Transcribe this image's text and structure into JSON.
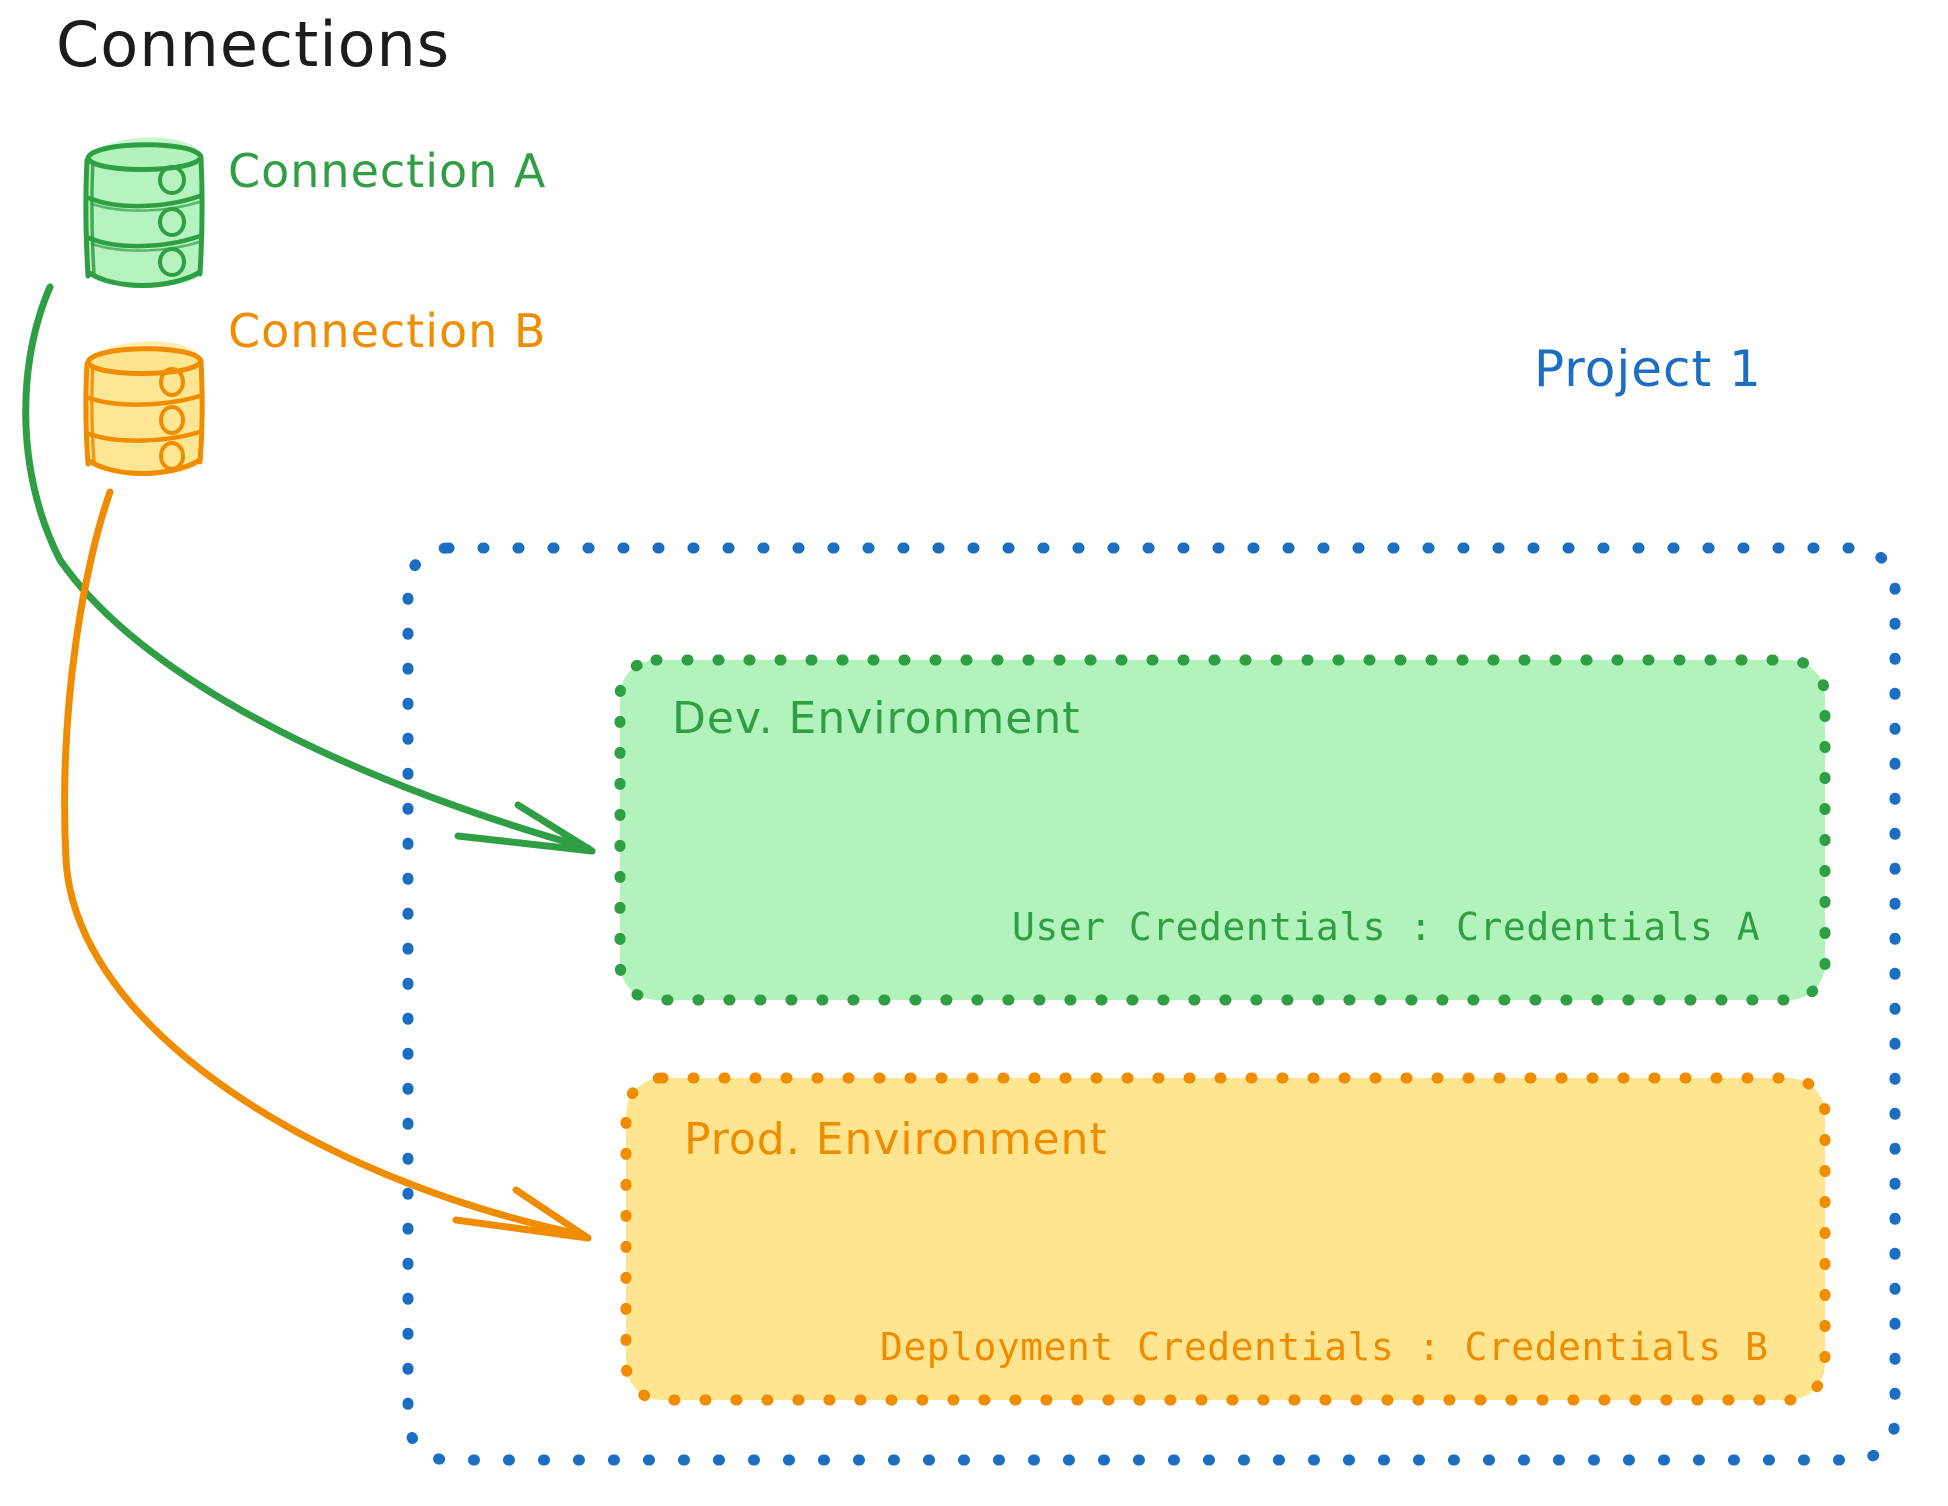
{
  "diagram": {
    "title": "Connections",
    "connections": [
      {
        "id": "connection-a",
        "label": "Connection A",
        "icon": "database-cylinder-icon",
        "color": "#2f9e44",
        "fill": "#b2f2bb",
        "targets": "dev-environment"
      },
      {
        "id": "connection-b",
        "label": "Connection B",
        "icon": "database-cylinder-icon",
        "color": "#f08c00",
        "fill": "#ffe58f",
        "targets": "prod-environment"
      }
    ],
    "project": {
      "label": "Project 1",
      "color": "#1b6ec2",
      "border_style": "dotted",
      "environments": [
        {
          "id": "dev-environment",
          "label": "Dev. Environment",
          "color": "#2f9e44",
          "fill": "#b2f2bb",
          "border_style": "dotted",
          "credential_key": "User Credentials",
          "credential_separator": ":",
          "credential_value": "Credentials A",
          "credential_line": "User Credentials : Credentials A"
        },
        {
          "id": "prod-environment",
          "label": "Prod. Environment",
          "color": "#f08c00",
          "fill": "#ffe58f",
          "border_style": "dotted",
          "credential_key": "Deployment Credentials",
          "credential_separator": ":",
          "credential_value": "Credentials B",
          "credential_line": "Deployment Credentials : Credentials B"
        }
      ]
    },
    "arrows": [
      {
        "id": "arrow-a-to-dev",
        "from": "connection-a",
        "to": "dev-environment",
        "color": "#2f9e44"
      },
      {
        "id": "arrow-b-to-prod",
        "from": "connection-b",
        "to": "prod-environment",
        "color": "#f08c00"
      }
    ],
    "colors": {
      "title": "#1c1c1c",
      "green_stroke": "#2f9e44",
      "green_fill": "#b2f2bb",
      "orange_stroke": "#f08c00",
      "orange_fill": "#ffe58f",
      "blue_stroke": "#1b6ec2",
      "background": "#ffffff"
    }
  }
}
